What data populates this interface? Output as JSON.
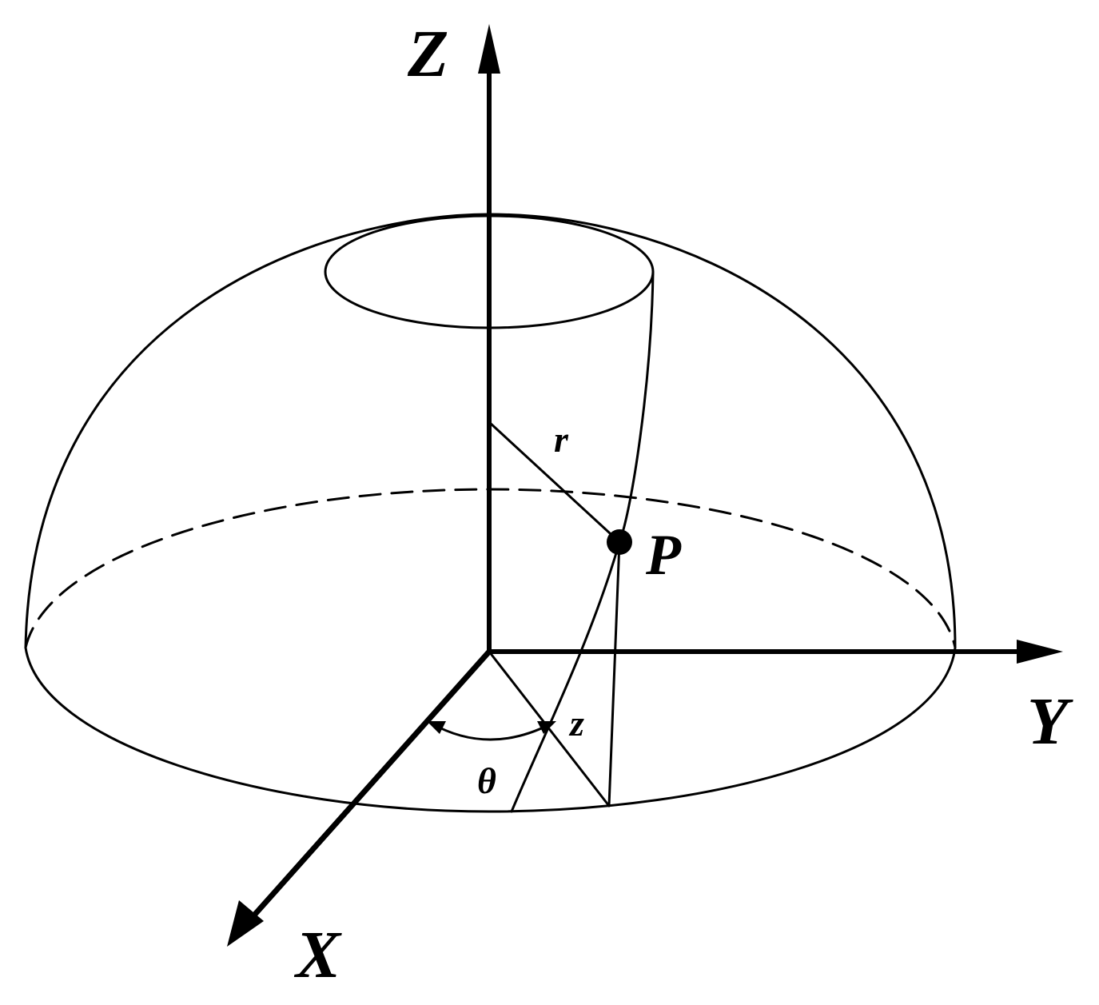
{
  "labels": {
    "z_axis": "Z",
    "y_axis": "Y",
    "x_axis": "X",
    "point": "P",
    "radius": "r",
    "height": "z",
    "angle": "θ"
  },
  "colors": {
    "ink": "#000000",
    "background": "#ffffff"
  }
}
